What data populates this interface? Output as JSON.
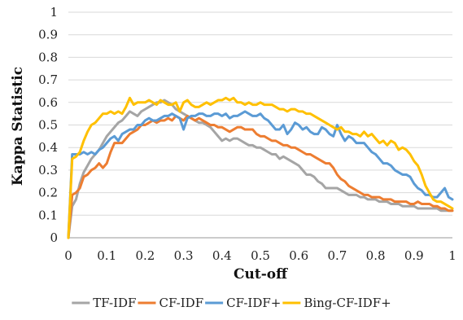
{
  "chart_data": {
    "type": "line",
    "title": "",
    "xlabel": "Cut-off",
    "ylabel": "Kappa Statistic",
    "xlim": [
      0,
      1
    ],
    "ylim": [
      0,
      1
    ],
    "grid": true,
    "legend_position": "bottom",
    "x_ticks": [
      "0",
      "0.1",
      "0.2",
      "0.3",
      "0.4",
      "0.5",
      "0.6",
      "0.7",
      "0.8",
      "0.9",
      "1"
    ],
    "y_ticks": [
      "0",
      "0.1",
      "0.2",
      "0.3",
      "0.4",
      "0.5",
      "0.6",
      "0.7",
      "0.8",
      "0.9",
      "1"
    ],
    "x": [
      0,
      0.01,
      0.02,
      0.03,
      0.04,
      0.05,
      0.06,
      0.07,
      0.08,
      0.09,
      0.1,
      0.11,
      0.12,
      0.13,
      0.14,
      0.15,
      0.16,
      0.17,
      0.18,
      0.19,
      0.2,
      0.21,
      0.22,
      0.23,
      0.24,
      0.25,
      0.26,
      0.27,
      0.28,
      0.29,
      0.3,
      0.31,
      0.32,
      0.33,
      0.34,
      0.35,
      0.36,
      0.37,
      0.38,
      0.39,
      0.4,
      0.41,
      0.42,
      0.43,
      0.44,
      0.45,
      0.46,
      0.47,
      0.48,
      0.49,
      0.5,
      0.51,
      0.52,
      0.53,
      0.54,
      0.55,
      0.56,
      0.57,
      0.58,
      0.59,
      0.6,
      0.61,
      0.62,
      0.63,
      0.64,
      0.65,
      0.66,
      0.67,
      0.68,
      0.69,
      0.7,
      0.71,
      0.72,
      0.73,
      0.74,
      0.75,
      0.76,
      0.77,
      0.78,
      0.79,
      0.8,
      0.81,
      0.82,
      0.83,
      0.84,
      0.85,
      0.86,
      0.87,
      0.88,
      0.89,
      0.9,
      0.91,
      0.92,
      0.93,
      0.94,
      0.95,
      0.96,
      0.97,
      0.98,
      0.99,
      1.0
    ],
    "series": [
      {
        "name": "TF-IDF",
        "color": "#a5a5a5",
        "values": [
          0.0,
          0.14,
          0.17,
          0.24,
          0.29,
          0.32,
          0.35,
          0.37,
          0.39,
          0.42,
          0.45,
          0.47,
          0.49,
          0.51,
          0.52,
          0.54,
          0.56,
          0.55,
          0.54,
          0.56,
          0.57,
          0.58,
          0.59,
          0.6,
          0.6,
          0.61,
          0.6,
          0.59,
          0.57,
          0.56,
          0.55,
          0.54,
          0.53,
          0.52,
          0.51,
          0.51,
          0.5,
          0.49,
          0.47,
          0.45,
          0.43,
          0.44,
          0.43,
          0.44,
          0.44,
          0.43,
          0.42,
          0.41,
          0.41,
          0.4,
          0.4,
          0.39,
          0.38,
          0.37,
          0.37,
          0.35,
          0.36,
          0.35,
          0.34,
          0.33,
          0.32,
          0.3,
          0.28,
          0.28,
          0.27,
          0.25,
          0.24,
          0.22,
          0.22,
          0.22,
          0.22,
          0.21,
          0.2,
          0.19,
          0.19,
          0.19,
          0.18,
          0.18,
          0.17,
          0.17,
          0.17,
          0.16,
          0.16,
          0.16,
          0.15,
          0.15,
          0.15,
          0.14,
          0.14,
          0.14,
          0.14,
          0.13,
          0.13,
          0.13,
          0.13,
          0.13,
          0.13,
          0.12,
          0.12,
          0.12,
          0.12
        ]
      },
      {
        "name": "CF-IDF",
        "color": "#ed7d31",
        "values": [
          0.0,
          0.19,
          0.2,
          0.22,
          0.27,
          0.28,
          0.3,
          0.31,
          0.33,
          0.31,
          0.33,
          0.38,
          0.42,
          0.42,
          0.42,
          0.44,
          0.46,
          0.47,
          0.48,
          0.5,
          0.5,
          0.51,
          0.52,
          0.51,
          0.52,
          0.52,
          0.53,
          0.52,
          0.54,
          0.53,
          0.52,
          0.54,
          0.53,
          0.52,
          0.53,
          0.52,
          0.51,
          0.5,
          0.5,
          0.49,
          0.49,
          0.48,
          0.47,
          0.48,
          0.49,
          0.49,
          0.48,
          0.48,
          0.48,
          0.46,
          0.45,
          0.45,
          0.44,
          0.43,
          0.43,
          0.42,
          0.41,
          0.41,
          0.4,
          0.4,
          0.39,
          0.38,
          0.37,
          0.37,
          0.36,
          0.35,
          0.34,
          0.33,
          0.33,
          0.31,
          0.28,
          0.26,
          0.25,
          0.23,
          0.22,
          0.21,
          0.2,
          0.19,
          0.19,
          0.18,
          0.18,
          0.18,
          0.17,
          0.17,
          0.17,
          0.16,
          0.16,
          0.16,
          0.16,
          0.15,
          0.15,
          0.16,
          0.15,
          0.15,
          0.15,
          0.14,
          0.14,
          0.13,
          0.13,
          0.12,
          0.12
        ]
      },
      {
        "name": "CF-IDF+",
        "color": "#5b9bd5",
        "values": [
          0.0,
          0.37,
          0.37,
          0.37,
          0.38,
          0.37,
          0.38,
          0.37,
          0.39,
          0.4,
          0.42,
          0.44,
          0.45,
          0.43,
          0.46,
          0.47,
          0.48,
          0.48,
          0.5,
          0.5,
          0.52,
          0.53,
          0.52,
          0.52,
          0.53,
          0.54,
          0.54,
          0.55,
          0.54,
          0.53,
          0.48,
          0.53,
          0.54,
          0.54,
          0.55,
          0.55,
          0.54,
          0.54,
          0.55,
          0.55,
          0.54,
          0.55,
          0.53,
          0.54,
          0.54,
          0.55,
          0.56,
          0.55,
          0.54,
          0.54,
          0.55,
          0.53,
          0.52,
          0.5,
          0.48,
          0.48,
          0.5,
          0.46,
          0.48,
          0.51,
          0.5,
          0.48,
          0.49,
          0.47,
          0.46,
          0.46,
          0.49,
          0.48,
          0.46,
          0.45,
          0.5,
          0.46,
          0.43,
          0.45,
          0.44,
          0.42,
          0.42,
          0.42,
          0.4,
          0.38,
          0.37,
          0.35,
          0.33,
          0.33,
          0.32,
          0.3,
          0.29,
          0.28,
          0.28,
          0.27,
          0.24,
          0.22,
          0.21,
          0.19,
          0.19,
          0.18,
          0.18,
          0.2,
          0.22,
          0.18,
          0.17
        ]
      },
      {
        "name": "Bing-CF-IDF+",
        "color": "#ffc000",
        "values": [
          0.0,
          0.35,
          0.36,
          0.38,
          0.43,
          0.47,
          0.5,
          0.51,
          0.53,
          0.55,
          0.55,
          0.56,
          0.55,
          0.56,
          0.55,
          0.58,
          0.62,
          0.59,
          0.6,
          0.6,
          0.6,
          0.61,
          0.6,
          0.59,
          0.61,
          0.6,
          0.59,
          0.59,
          0.6,
          0.56,
          0.6,
          0.61,
          0.59,
          0.58,
          0.58,
          0.59,
          0.6,
          0.59,
          0.6,
          0.61,
          0.61,
          0.62,
          0.61,
          0.62,
          0.6,
          0.6,
          0.59,
          0.6,
          0.59,
          0.59,
          0.6,
          0.59,
          0.59,
          0.59,
          0.58,
          0.57,
          0.57,
          0.56,
          0.57,
          0.57,
          0.56,
          0.56,
          0.55,
          0.55,
          0.54,
          0.53,
          0.52,
          0.51,
          0.5,
          0.49,
          0.48,
          0.49,
          0.47,
          0.47,
          0.46,
          0.46,
          0.45,
          0.47,
          0.45,
          0.46,
          0.44,
          0.42,
          0.43,
          0.41,
          0.43,
          0.42,
          0.39,
          0.4,
          0.39,
          0.37,
          0.34,
          0.32,
          0.28,
          0.23,
          0.2,
          0.17,
          0.16,
          0.16,
          0.15,
          0.14,
          0.13
        ]
      }
    ]
  }
}
